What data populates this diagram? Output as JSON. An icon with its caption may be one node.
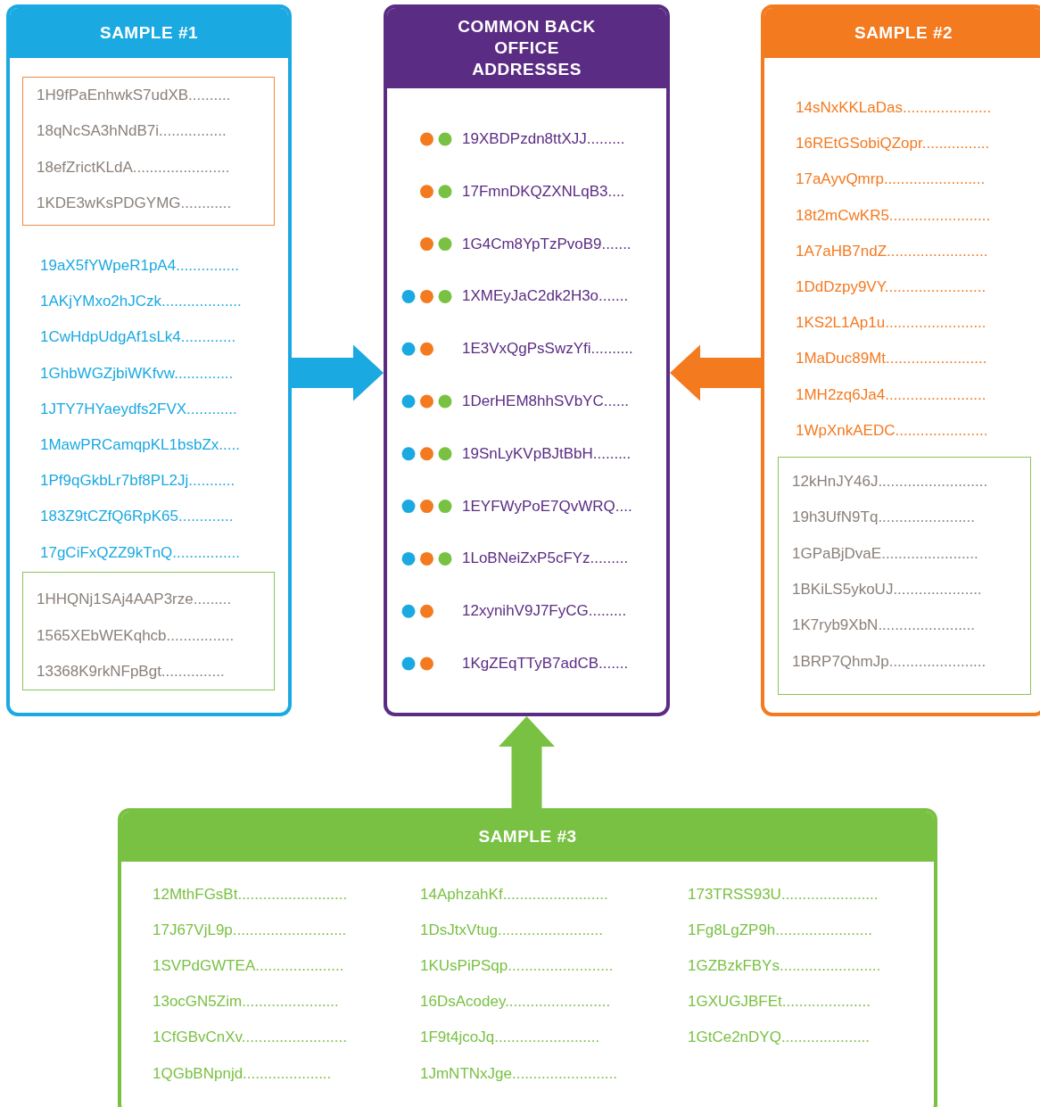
{
  "diagram": {
    "nodes": [
      {
        "text": [
          "SAMPLE #1",
          "19aX5fYWpeR1pA4...............",
          "1AKjYMxo2hJCzk...................",
          "1CwHdpUdgAf1sLk4.............",
          "1GhbWGZjbiWKfvw..............",
          "1JTY7HYaeydfs2FVX............",
          "1MawPRCamqpKL1bsbZx.....",
          "1Pf9qGkbLr7bf8PL2Jj...........",
          "183Z9tCZfQ6RpK65.............",
          "17gCiFxQZZ9kTnQ................"
        ]
      },
      {
        "text": [
          "1H9fPaEnhwkS7udXB..........",
          "18qNcSA3hNdB7i................",
          "18efZrictKLdA.......................",
          "1KDE3wKsPDGYMG............"
        ],
        "in": 0
      },
      {
        "text": [
          "1HHQNj1SAj4AAP3rze.........",
          "1565XEbWEKqhcb................",
          "13368K9rkNFpBgt..............."
        ],
        "in": 0
      },
      {
        "text": [
          "COMMON BACK OFFICE ADDRESSES",
          "19XBDPzdn8ttXJJ.........",
          "17FmnDKQZXNLqB3....",
          "1G4Cm8YpTzPvoB9.......",
          "1XMEyJaC2dk2H3o.......",
          "1E3VxQgPsSwzYfi..........",
          "1DerHEM8hhSVbYC......",
          "19SnLyKVpBJtBbH.........",
          "1EYFWyPoE7QvWRQ....",
          "1LoBNeiZxP5cFYz.........",
          "12xynihV9J7FyCG.........",
          "1KgZEqTTyB7adCB......."
        ]
      },
      {
        "text": [
          "SAMPLE #2",
          "14sNxKKLaDas.....................",
          "16REtGSobiQZopr................",
          "17aAyvQmrp........................",
          "18t2mCwKR5........................",
          "1A7aHB7ndZ........................",
          "1DdDzpy9VY........................",
          "1KS2L1Ap1u........................",
          "1MaDuc89Mt........................",
          "1MH2zq6Ja4........................",
          "1WpXnkAEDC......................"
        ]
      },
      {
        "text": [
          "12kHnJY46J..........................",
          "19h3UfN9Tq.......................",
          "1GPaBjDvaE.......................",
          "1BKiLS5ykoUJ.....................",
          "1K7ryb9XbN.......................",
          "1BRP7QhmJp......................."
        ],
        "in": 4
      },
      {
        "text": [
          "SAMPLE #3",
          "12MthFGsBt..........................",
          "17J67VjL9p...........................",
          "1SVPdGWTEA.....................",
          "13ocGN5Zim.......................",
          "1CfGBvCnXv.........................",
          "1QGbBNpnjd.....................",
          "14AphzahKf.........................",
          "1DsJtxVtug.........................",
          "1KUsPiPSqp.........................",
          "16DsAcodey.........................",
          "1F9t4jcoJq.........................",
          "1JmNTNxJge.........................",
          "173TRSS93U.......................",
          "1Fg8LgZP9h.......................",
          "1GZBzkFBYs........................",
          "1GXUGJBFEt.....................",
          "1GtCe2nDYQ....................."
        ]
      }
    ],
    "edges": [
      {
        "from": 0,
        "to": 3,
        "arrow": "to",
        "style": "thick",
        "color": "#1ba9e1"
      },
      {
        "from": 4,
        "to": 3,
        "arrow": "to",
        "style": "thick",
        "color": "#f47a20"
      },
      {
        "from": 6,
        "to": 3,
        "arrow": "to",
        "style": "thick",
        "color": "#79c143"
      }
    ]
  }
}
